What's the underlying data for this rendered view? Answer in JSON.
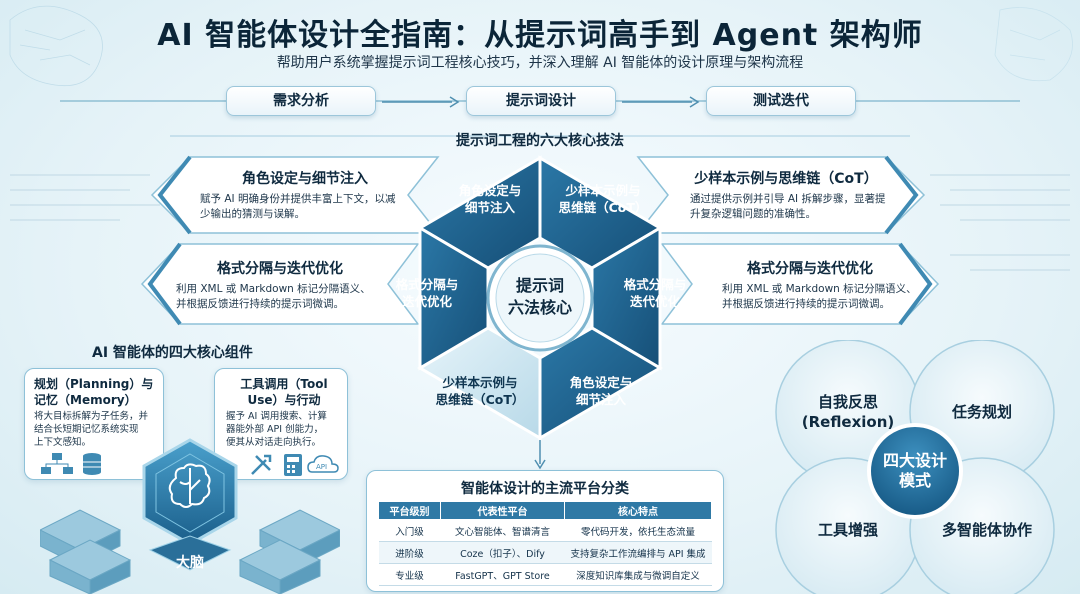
{
  "header": {
    "title": "AI 智能体设计全指南：从提示词高手到 Agent 架构师",
    "subtitle": "帮助用户系统掌握提示词工程核心技巧，并深入理解 AI 智能体的设计原理与架构流程"
  },
  "flow_pills": [
    "需求分析",
    "提示词设计",
    "测试迭代"
  ],
  "techniques": {
    "section_title": "提示词工程的六大核心技法",
    "center": "提示词\n六法核心",
    "hexagons": [
      "角色设定与\n细节注入",
      "少样本示例与\n思维链（CoT）",
      "格式分隔与\n迭代优化",
      "角色设定与\n细节注入",
      "少样本示例与\n思维链（CoT）",
      "格式分隔与\n迭代优化"
    ],
    "cards": [
      {
        "title": "角色设定与细节注入",
        "desc": "赋予 AI 明确身份并提供丰富上下文，以减少输出的猜测与误解。"
      },
      {
        "title": "少样本示例与思维链（CoT）",
        "desc": "通过提供示例并引导 AI 拆解步骤，显著提升复杂逻辑问题的准确性。"
      },
      {
        "title": "格式分隔与迭代优化",
        "desc": "利用 XML 或 Markdown 标记分隔语义、并根据反馈进行持续的提示词微调。"
      },
      {
        "title": "格式分隔与迭代优化",
        "desc": "利用 XML 或 Markdown 标记分隔语义、并根据反馈进行持续的提示词微调。"
      }
    ]
  },
  "components": {
    "section_title": "AI 智能体的四大核心组件",
    "left_card": {
      "title": "规划（Planning）与\n记忆（Memory）",
      "desc": "将大目标拆解为子任务，并\n结合长短期记忆系统实现\n上下文感知。"
    },
    "right_card": {
      "title": "工具调用（Tool\nUse）与行动",
      "desc": "握予 AI 调用搜索、计算\n器能外部 API 创能力，\n便其从对话走向执行。"
    },
    "brain_label": "大脑",
    "api_label": "API"
  },
  "platforms": {
    "section_title": "智能体设计的主流平台分类",
    "headers": [
      "平台级别",
      "代表性平台",
      "核心特点"
    ],
    "rows": [
      [
        "入门级",
        "文心智能体、智谱清言",
        "零代码开发，依托生态流量"
      ],
      [
        "进阶级",
        "Coze（扣子）、Dify",
        "支持复杂工作流编排与 API 集成"
      ],
      [
        "专业级",
        "FastGPT、GPT Store",
        "深度知识库集成与微调自定义"
      ]
    ]
  },
  "modes": {
    "center": "四大设计\n模式",
    "items": [
      "自我反思\n(Reflexion)",
      "任务规划",
      "工具增强",
      "多智能体协作"
    ]
  },
  "colors": {
    "hex_dark": "#1d5f8c",
    "hex_light": "#cfe6f1",
    "accent": "#2f79a5",
    "card_bg": "#ffffff",
    "mode_circle": "#e3f1f6"
  },
  "icons": [
    "brain-icon",
    "gear-icon",
    "users-icon",
    "code-icon",
    "list-icon",
    "hierarchy-icon",
    "database-icon",
    "tools-icon",
    "calculator-icon",
    "cloud-api-icon"
  ]
}
